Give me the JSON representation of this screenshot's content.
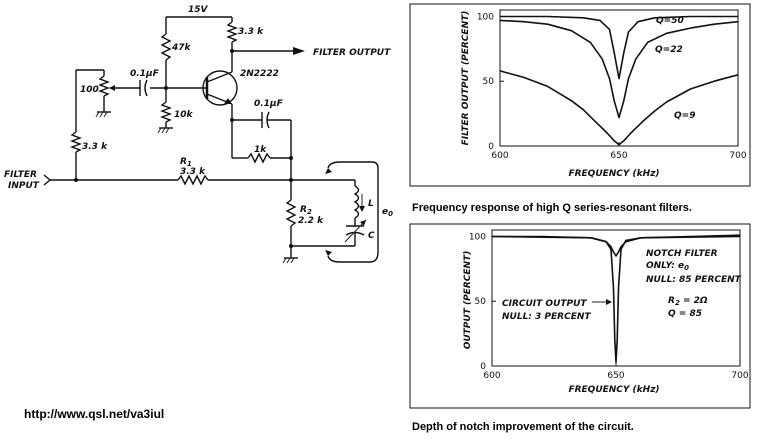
{
  "schematic": {
    "supply": "15V",
    "r_collector": "3.3 k",
    "filter_output": "FILTER OUTPUT",
    "r_bias_top": "47k",
    "transistor": "2N2222",
    "c_in": "0.1",
    "c_in_unit": "µF",
    "pot": "100",
    "r_bias_bottom": "10k",
    "c_out": "0.1",
    "c_out_unit": "µF",
    "r_fb": "1k",
    "r_in": "3.3 k",
    "r1_name": "R",
    "r1_sub": "1",
    "r1_value": "3.3 k",
    "filter_input_1": "FILTER",
    "filter_input_2": "INPUT",
    "r2_name": "R",
    "r2_sub": "2",
    "r2_value": "2.2 k",
    "inductor": "L",
    "capacitor": "C",
    "e0": "e",
    "e0_sub": "0"
  },
  "url": "http://www.qsl.net/va3iul",
  "caption_top": "Frequency response of high Q series-resonant filters.",
  "caption_bottom": "Depth of notch improvement of the circuit.",
  "chart_data": [
    {
      "type": "line",
      "xlabel": "FREQUENCY (kHz)",
      "ylabel": "FILTER OUTPUT (PERCENT)",
      "x_ticks": [
        "600",
        "650",
        "700"
      ],
      "y_ticks": [
        "0",
        "50",
        "100"
      ],
      "xlim": [
        600,
        700
      ],
      "ylim": [
        0,
        105
      ],
      "grid": false,
      "series": [
        {
          "name": "Q=50",
          "x": [
            600,
            620,
            635,
            642,
            646,
            648,
            650,
            652,
            654,
            658,
            665,
            680,
            700
          ],
          "y": [
            100,
            100,
            99,
            97,
            90,
            72,
            52,
            72,
            88,
            96,
            99,
            100,
            100
          ]
        },
        {
          "name": "Q=22",
          "x": [
            600,
            610,
            620,
            630,
            638,
            643,
            646,
            648,
            650,
            652,
            654,
            657,
            662,
            670,
            680,
            690,
            700
          ],
          "y": [
            97,
            96,
            94,
            89,
            80,
            67,
            52,
            35,
            22,
            35,
            52,
            67,
            80,
            87,
            91,
            94,
            96
          ]
        },
        {
          "name": "Q=9",
          "x": [
            600,
            610,
            620,
            630,
            635,
            640,
            645,
            648,
            650,
            652,
            655,
            660,
            665,
            670,
            680,
            690,
            700
          ],
          "y": [
            58,
            53,
            46,
            35,
            28,
            19,
            10,
            4,
            1,
            4,
            10,
            19,
            27,
            34,
            44,
            50,
            55
          ]
        }
      ]
    },
    {
      "type": "line",
      "xlabel": "FREQUENCY (kHz)",
      "ylabel": "OUTPUT (PERCENT)",
      "x_ticks": [
        "600",
        "650",
        "700"
      ],
      "y_ticks": [
        "0",
        "50",
        "100"
      ],
      "xlim": [
        600,
        700
      ],
      "ylim": [
        0,
        105
      ],
      "grid": false,
      "series": [
        {
          "name": "CIRCUIT OUTPUT",
          "x": [
            600,
            620,
            640,
            646,
            648,
            649,
            649.5,
            650,
            650.5,
            651,
            652,
            654,
            660,
            680,
            700
          ],
          "y": [
            100,
            100,
            99,
            96,
            90,
            60,
            20,
            3,
            20,
            60,
            90,
            97,
            99,
            100,
            101
          ]
        },
        {
          "name": "NOTCH FILTER ONLY: e0",
          "x": [
            600,
            640,
            646,
            648,
            649,
            650,
            651,
            652,
            654,
            660,
            700
          ],
          "y": [
            100,
            99,
            96,
            92,
            88,
            85,
            88,
            92,
            96,
            99,
            100
          ]
        }
      ],
      "annotations": {
        "notch_1": "NOTCH FILTER",
        "notch_2": "ONLY: e",
        "notch_sub": "0",
        "notch_3": "NULL: 85 PERCENT",
        "r2": "R",
        "r2_sub": "2",
        "r2_val": " = 2Ω",
        "q": "Q = 85",
        "circuit_1": "CIRCUIT OUTPUT",
        "circuit_2": "NULL: 3 PERCENT"
      }
    }
  ]
}
